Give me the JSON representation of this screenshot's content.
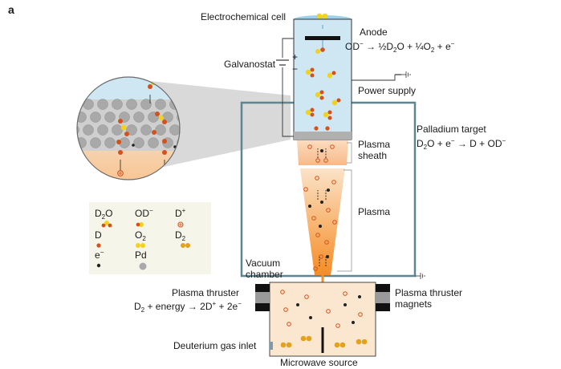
{
  "panel_letter": "a",
  "labels": {
    "electrochemical_cell": "Electrochemical cell",
    "anode": "Anode",
    "galvanostat": "Galvanostat",
    "power_supply": "Power supply",
    "palladium_target": "Palladium target",
    "plasma_sheath_1": "Plasma",
    "plasma_sheath_2": "sheath",
    "plasma": "Plasma",
    "vacuum_chamber_1": "Vacuum",
    "vacuum_chamber_2": "chamber",
    "plasma_thruster": "Plasma thruster",
    "thruster_magnets_1": "Plasma thruster",
    "thruster_magnets_2": "magnets",
    "deuterium_gas_inlet": "Deuterium gas inlet",
    "microwave_source": "Microwave source",
    "plus_sign": "+",
    "minus_sign": "−"
  },
  "equations": {
    "anode": {
      "p1": "OD",
      "p1_sup": "−",
      "p2": " → ½D",
      "p2_sub": "2",
      "p3": "O + ¼O",
      "p3_sub": "2",
      "p4": " + e",
      "p4_sup": "−"
    },
    "target": {
      "p1": "D",
      "p1_sub": "2",
      "p2": "O + e",
      "p2_sup": "−",
      "p3": " → D + OD",
      "p3_sup": "−"
    },
    "thruster": {
      "p1": "D",
      "p1_sub": "2",
      "p2": " + energy → 2D",
      "p2_sup": "+",
      "p3": " + 2e",
      "p3_sup": "−"
    }
  },
  "legend": {
    "d2o": {
      "base": "D",
      "sub": "2",
      "rest": "O"
    },
    "od_minus": {
      "base": "OD",
      "sup": "−"
    },
    "d_plus": {
      "base": "D",
      "sup": "+"
    },
    "d": {
      "base": "D"
    },
    "o2": {
      "base": "O",
      "sub": "2"
    },
    "d2": {
      "base": "D",
      "sub": "2"
    },
    "e_minus": {
      "base": "e",
      "sup": "−"
    },
    "pd": {
      "base": "Pd"
    }
  },
  "colors": {
    "electrolyte": "#cfe7f3",
    "chamber_border": "#5f8590",
    "deuterium": "#d4511c",
    "oxygen": "#f2d21a",
    "palladium": "#a9a9a9",
    "plasma_light": "#fbe3c8",
    "plasma_dark": "#f58c25",
    "thruster_fill": "#fbe6cf",
    "gas": "#e3a21b",
    "legend_bg": "#f5f5ea"
  }
}
